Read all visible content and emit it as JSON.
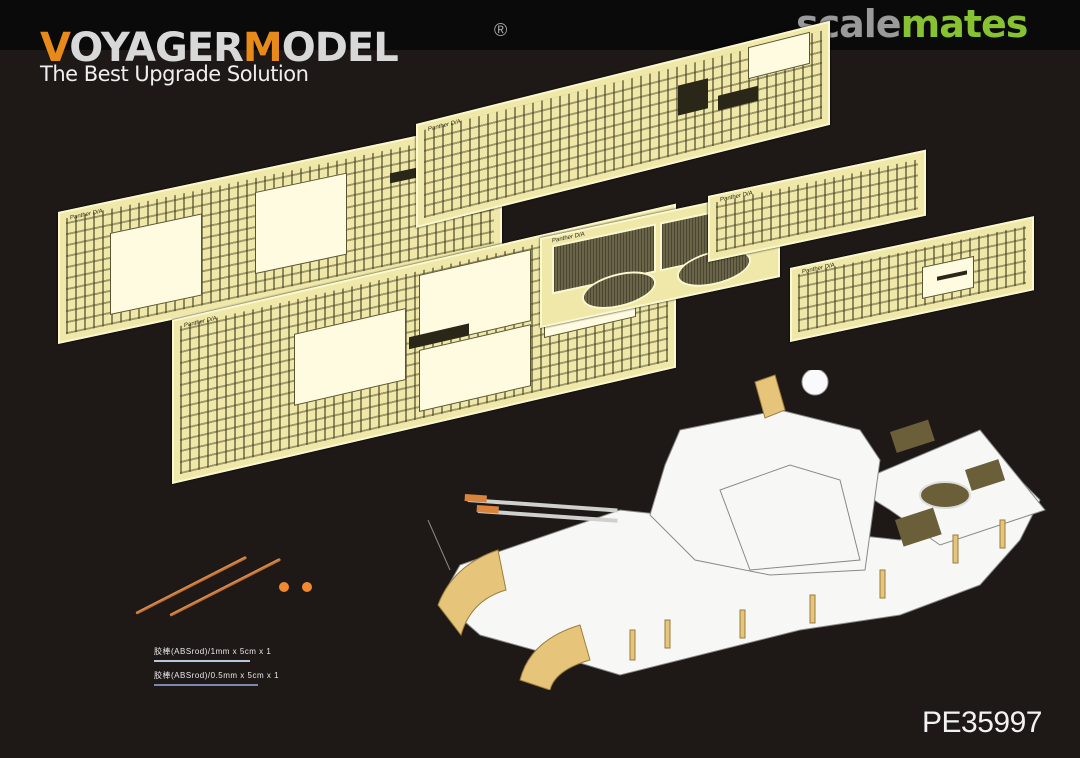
{
  "header": {
    "brand_first_letter": "V",
    "brand_part1": "OYAGER",
    "brand_m": "M",
    "brand_part2": "ODEL",
    "registered_mark": "®",
    "tagline": "The Best Upgrade Solution"
  },
  "watermark": {
    "part1": "scale",
    "part2": "mates",
    "color_gray": "#9a9a9a",
    "color_green": "#86c232"
  },
  "colors": {
    "background": "#1e1916",
    "top_bar": "#0b0a0a",
    "brand_orange": "#e88a1a",
    "brass": "#efe8a8",
    "rod": "#c8743a"
  },
  "sheets": [
    {
      "id": "A",
      "label": "Panther D/A"
    },
    {
      "id": "B",
      "label": "Panther D/A"
    },
    {
      "id": "C",
      "label": "Panther D/A"
    },
    {
      "id": "D",
      "label": "Panther D/A"
    },
    {
      "id": "E",
      "label": "Panther D/A"
    },
    {
      "id": "F",
      "label": "Panther D/A"
    }
  ],
  "rods_legend": [
    {
      "text": "胶棒(ABSrod)/1mm x 5cm x 1"
    },
    {
      "text": "胶棒(ABSrod)/0.5mm x 5cm x 1"
    }
  ],
  "product_code": "PE35997",
  "model": {
    "description": "Tank hull with twin-gun AA turret rendered in white with brass photo-etch fittings"
  }
}
